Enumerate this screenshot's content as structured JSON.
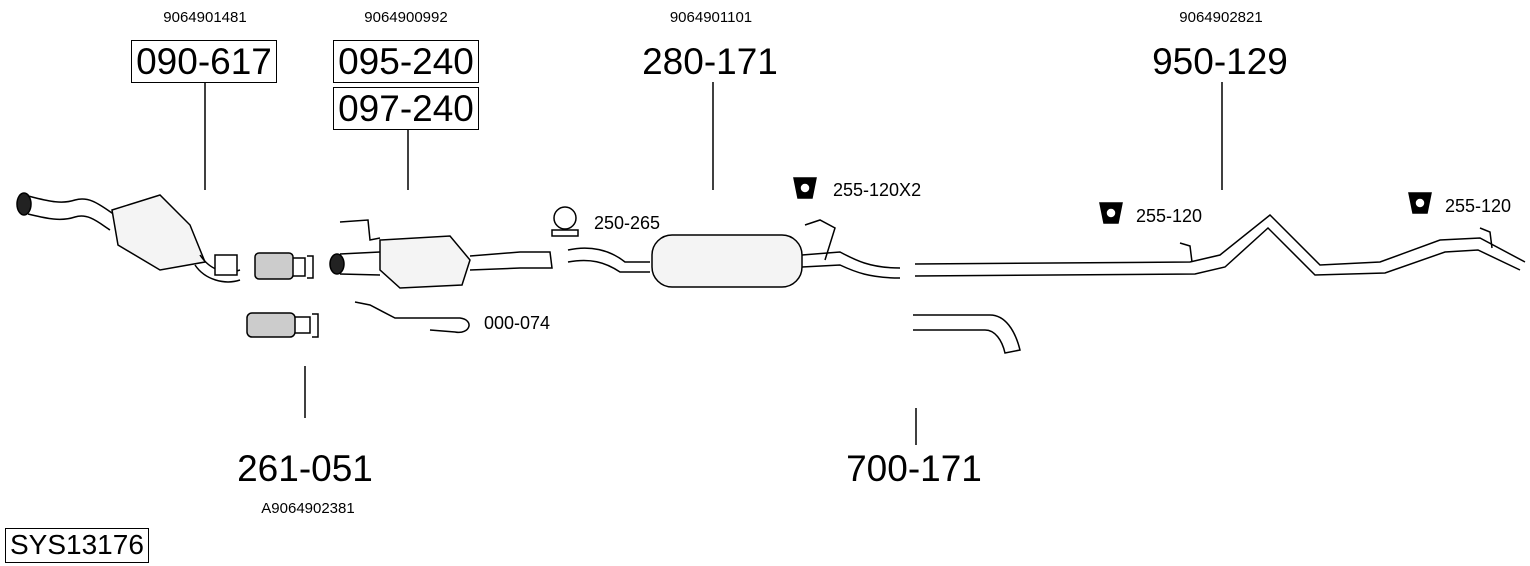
{
  "oe_numbers": [
    "9064901481",
    "9064900992",
    "9064901101",
    "9064902821",
    "A9064902381"
  ],
  "parts": {
    "p1": "090-617",
    "p2": "095-240",
    "p3": "097-240",
    "p4": "280-171",
    "p5": "950-129",
    "p6": "261-051",
    "p7": "700-171"
  },
  "accessories": {
    "clamp": "250-265",
    "hanger_x2": "255-120X2",
    "hanger_a": "255-120",
    "hanger_b": "255-120",
    "sensor": "000-074"
  },
  "system_code": "SYS13176"
}
